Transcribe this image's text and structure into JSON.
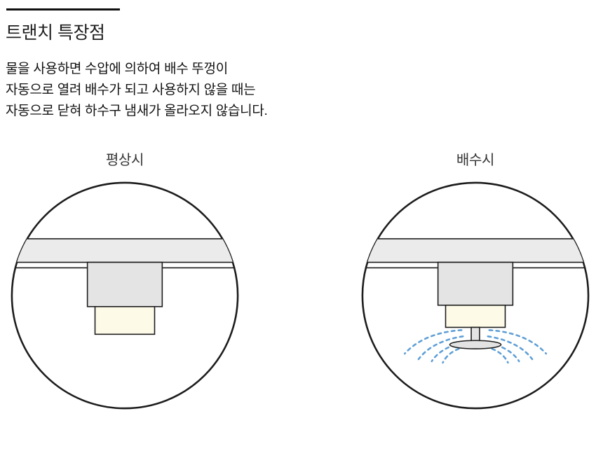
{
  "header": {
    "title": "트랜치 특장점",
    "description": {
      "lines": [
        "물을 사용하면 수압에 의하여 배수 뚜껑이",
        "자동으로 열려 배수가 되고 사용하지 않을 때는",
        "자동으로 닫혀 하수구 냄새가 올라오지 않습니다."
      ]
    }
  },
  "diagrams": {
    "normal": {
      "label": "평상시"
    },
    "draining": {
      "label": "배수시"
    }
  },
  "colors": {
    "text": "#222222",
    "outline": "#1c1c1c",
    "band_fill": "#ebebeb",
    "body_fill": "#e4e4e4",
    "cover_fill": "#fdfbe8",
    "disc_fill": "#e3e3e3",
    "spray": "#5f9fd6"
  }
}
